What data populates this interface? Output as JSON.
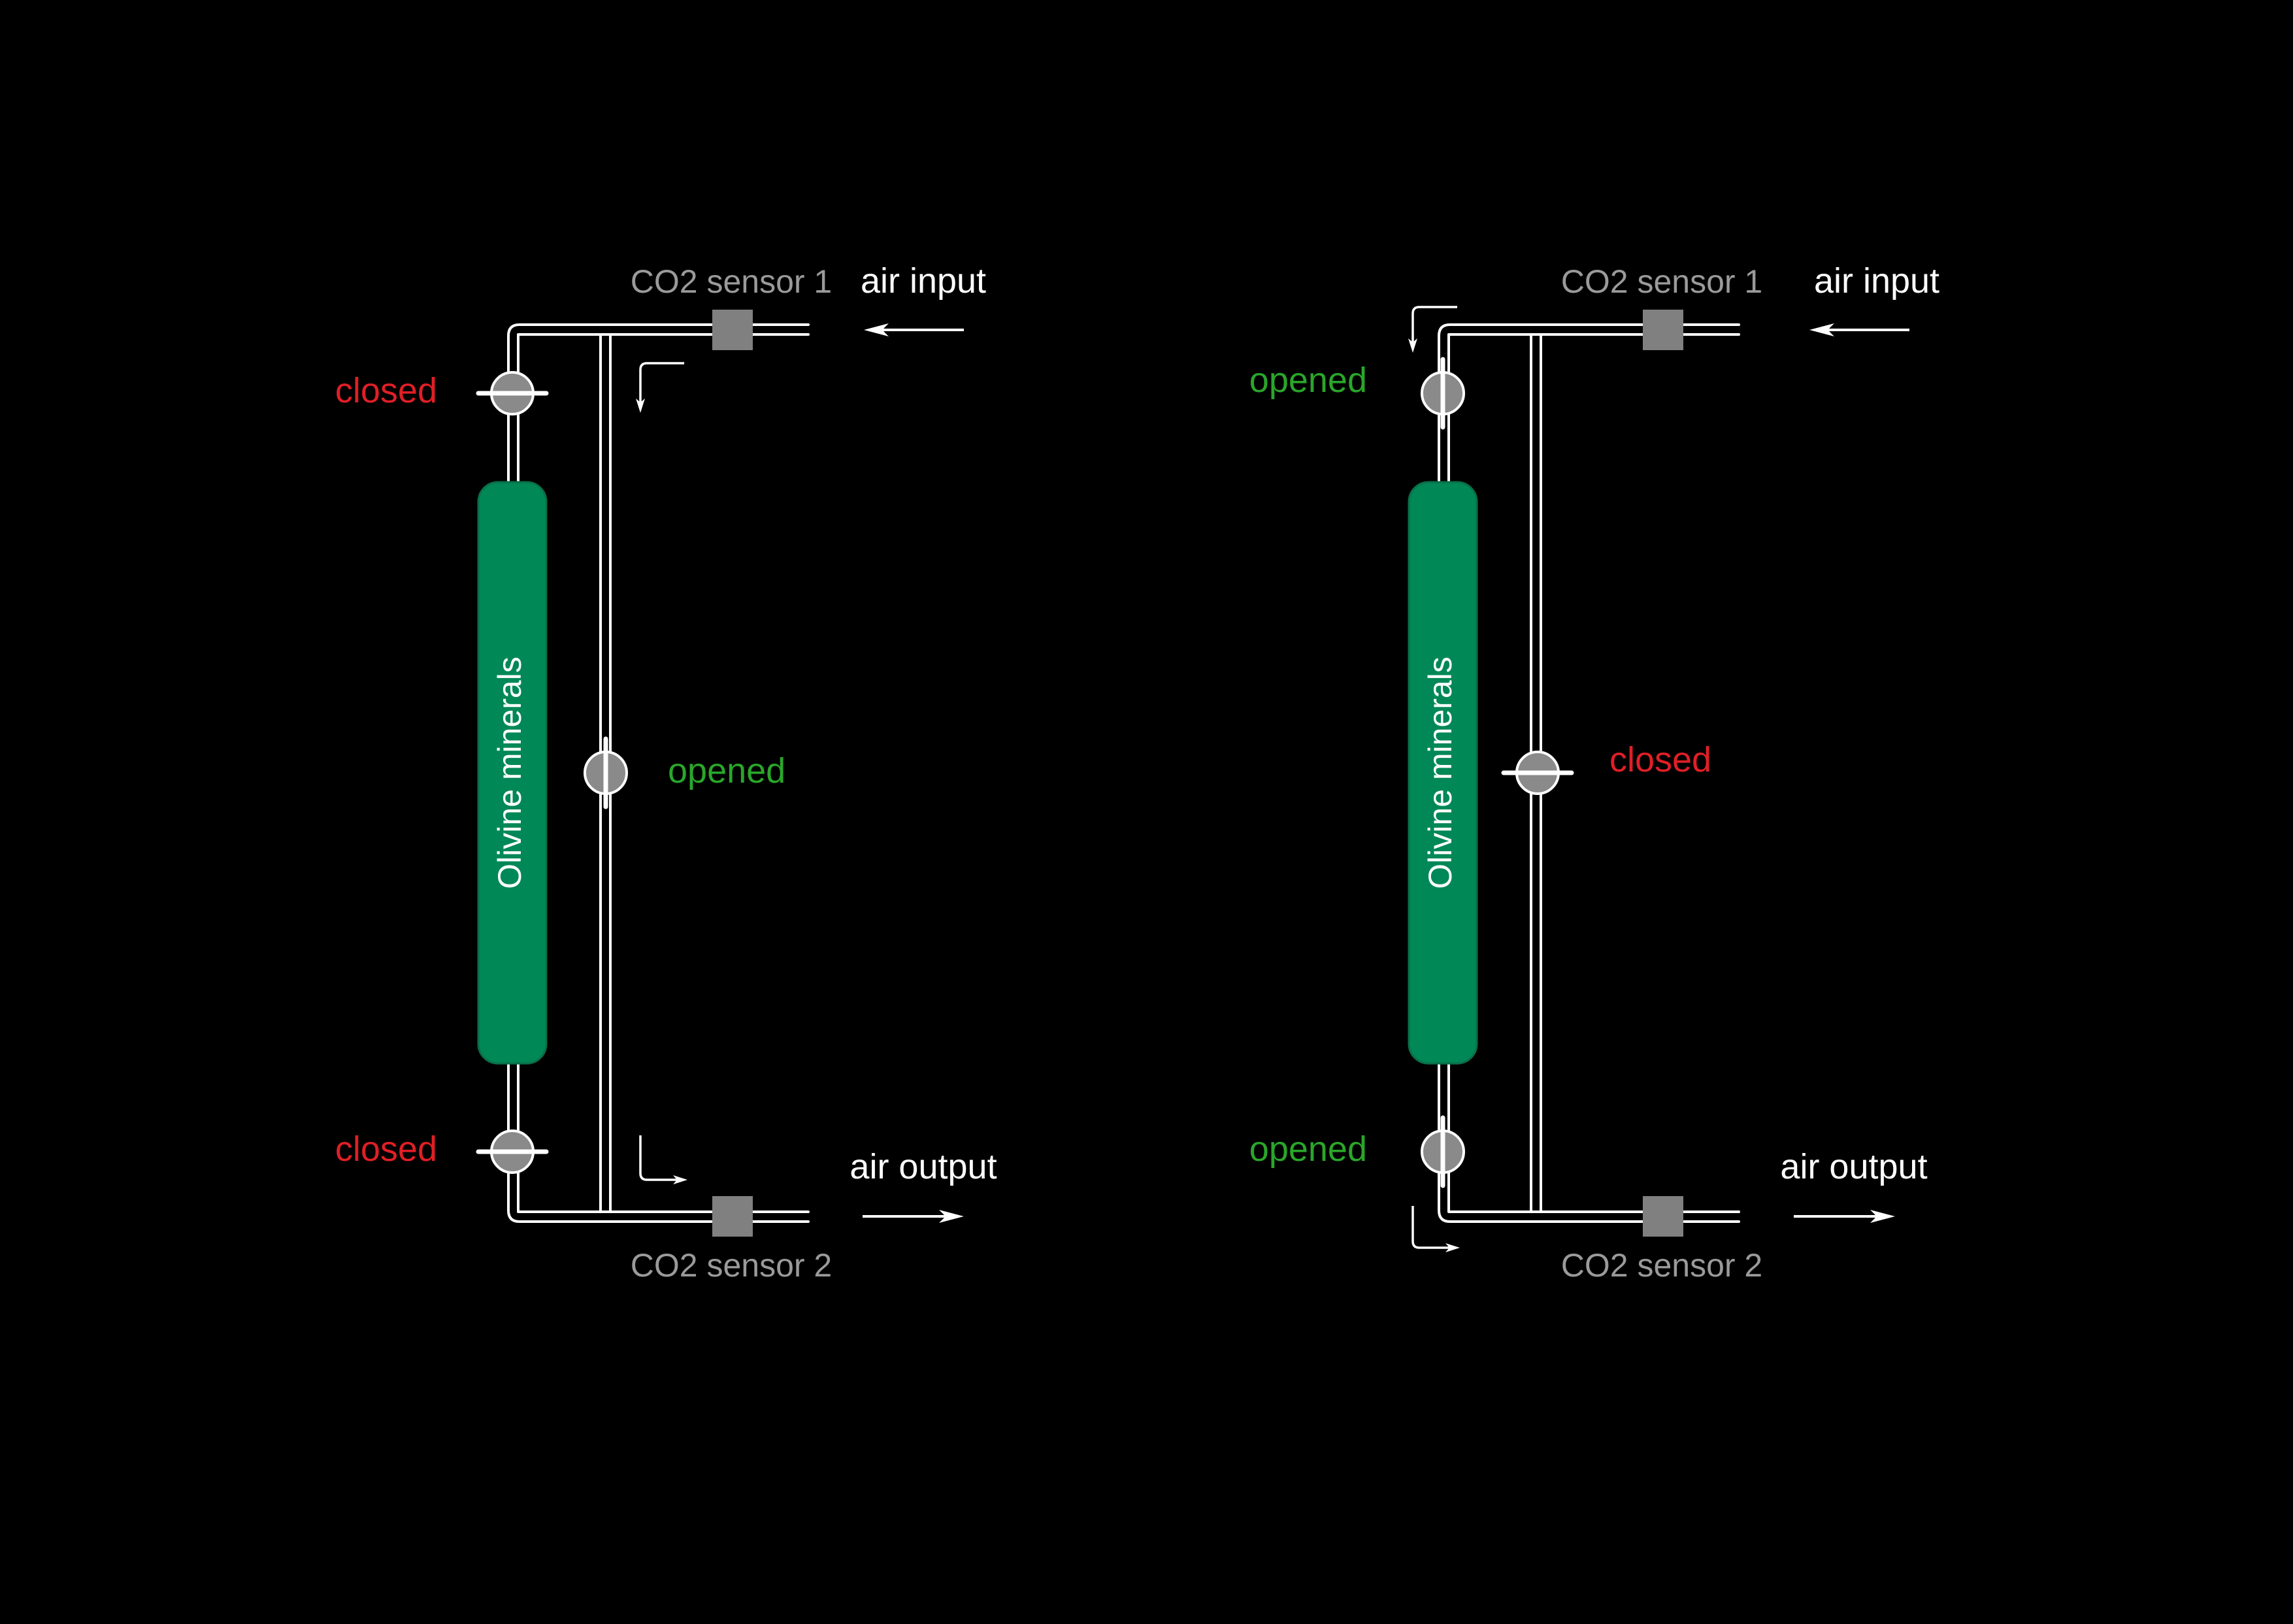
{
  "colors": {
    "background": "#000000",
    "pipe": "#ffffff",
    "sensor": "#808080",
    "sensor_label": "#9a9a9a",
    "column": "#008856",
    "valve_fill": "#8a8a8a",
    "opened": "#2aa62a",
    "closed": "#e01f26",
    "flow_label": "#ffffff"
  },
  "panels": [
    {
      "sensor_top_label": "CO2 sensor 1",
      "sensor_bottom_label": "CO2 sensor 2",
      "input_label": "air input",
      "output_label": "air output",
      "column_label": "Olivine minerals",
      "valve_top_state": "closed",
      "valve_bottom_state": "closed",
      "valve_bypass_state": "opened"
    },
    {
      "sensor_top_label": "CO2 sensor 1",
      "sensor_bottom_label": "CO2 sensor 2",
      "input_label": "air input",
      "output_label": "air output",
      "column_label": "Olivine minerals",
      "valve_top_state": "opened",
      "valve_bottom_state": "opened",
      "valve_bypass_state": "closed"
    }
  ]
}
